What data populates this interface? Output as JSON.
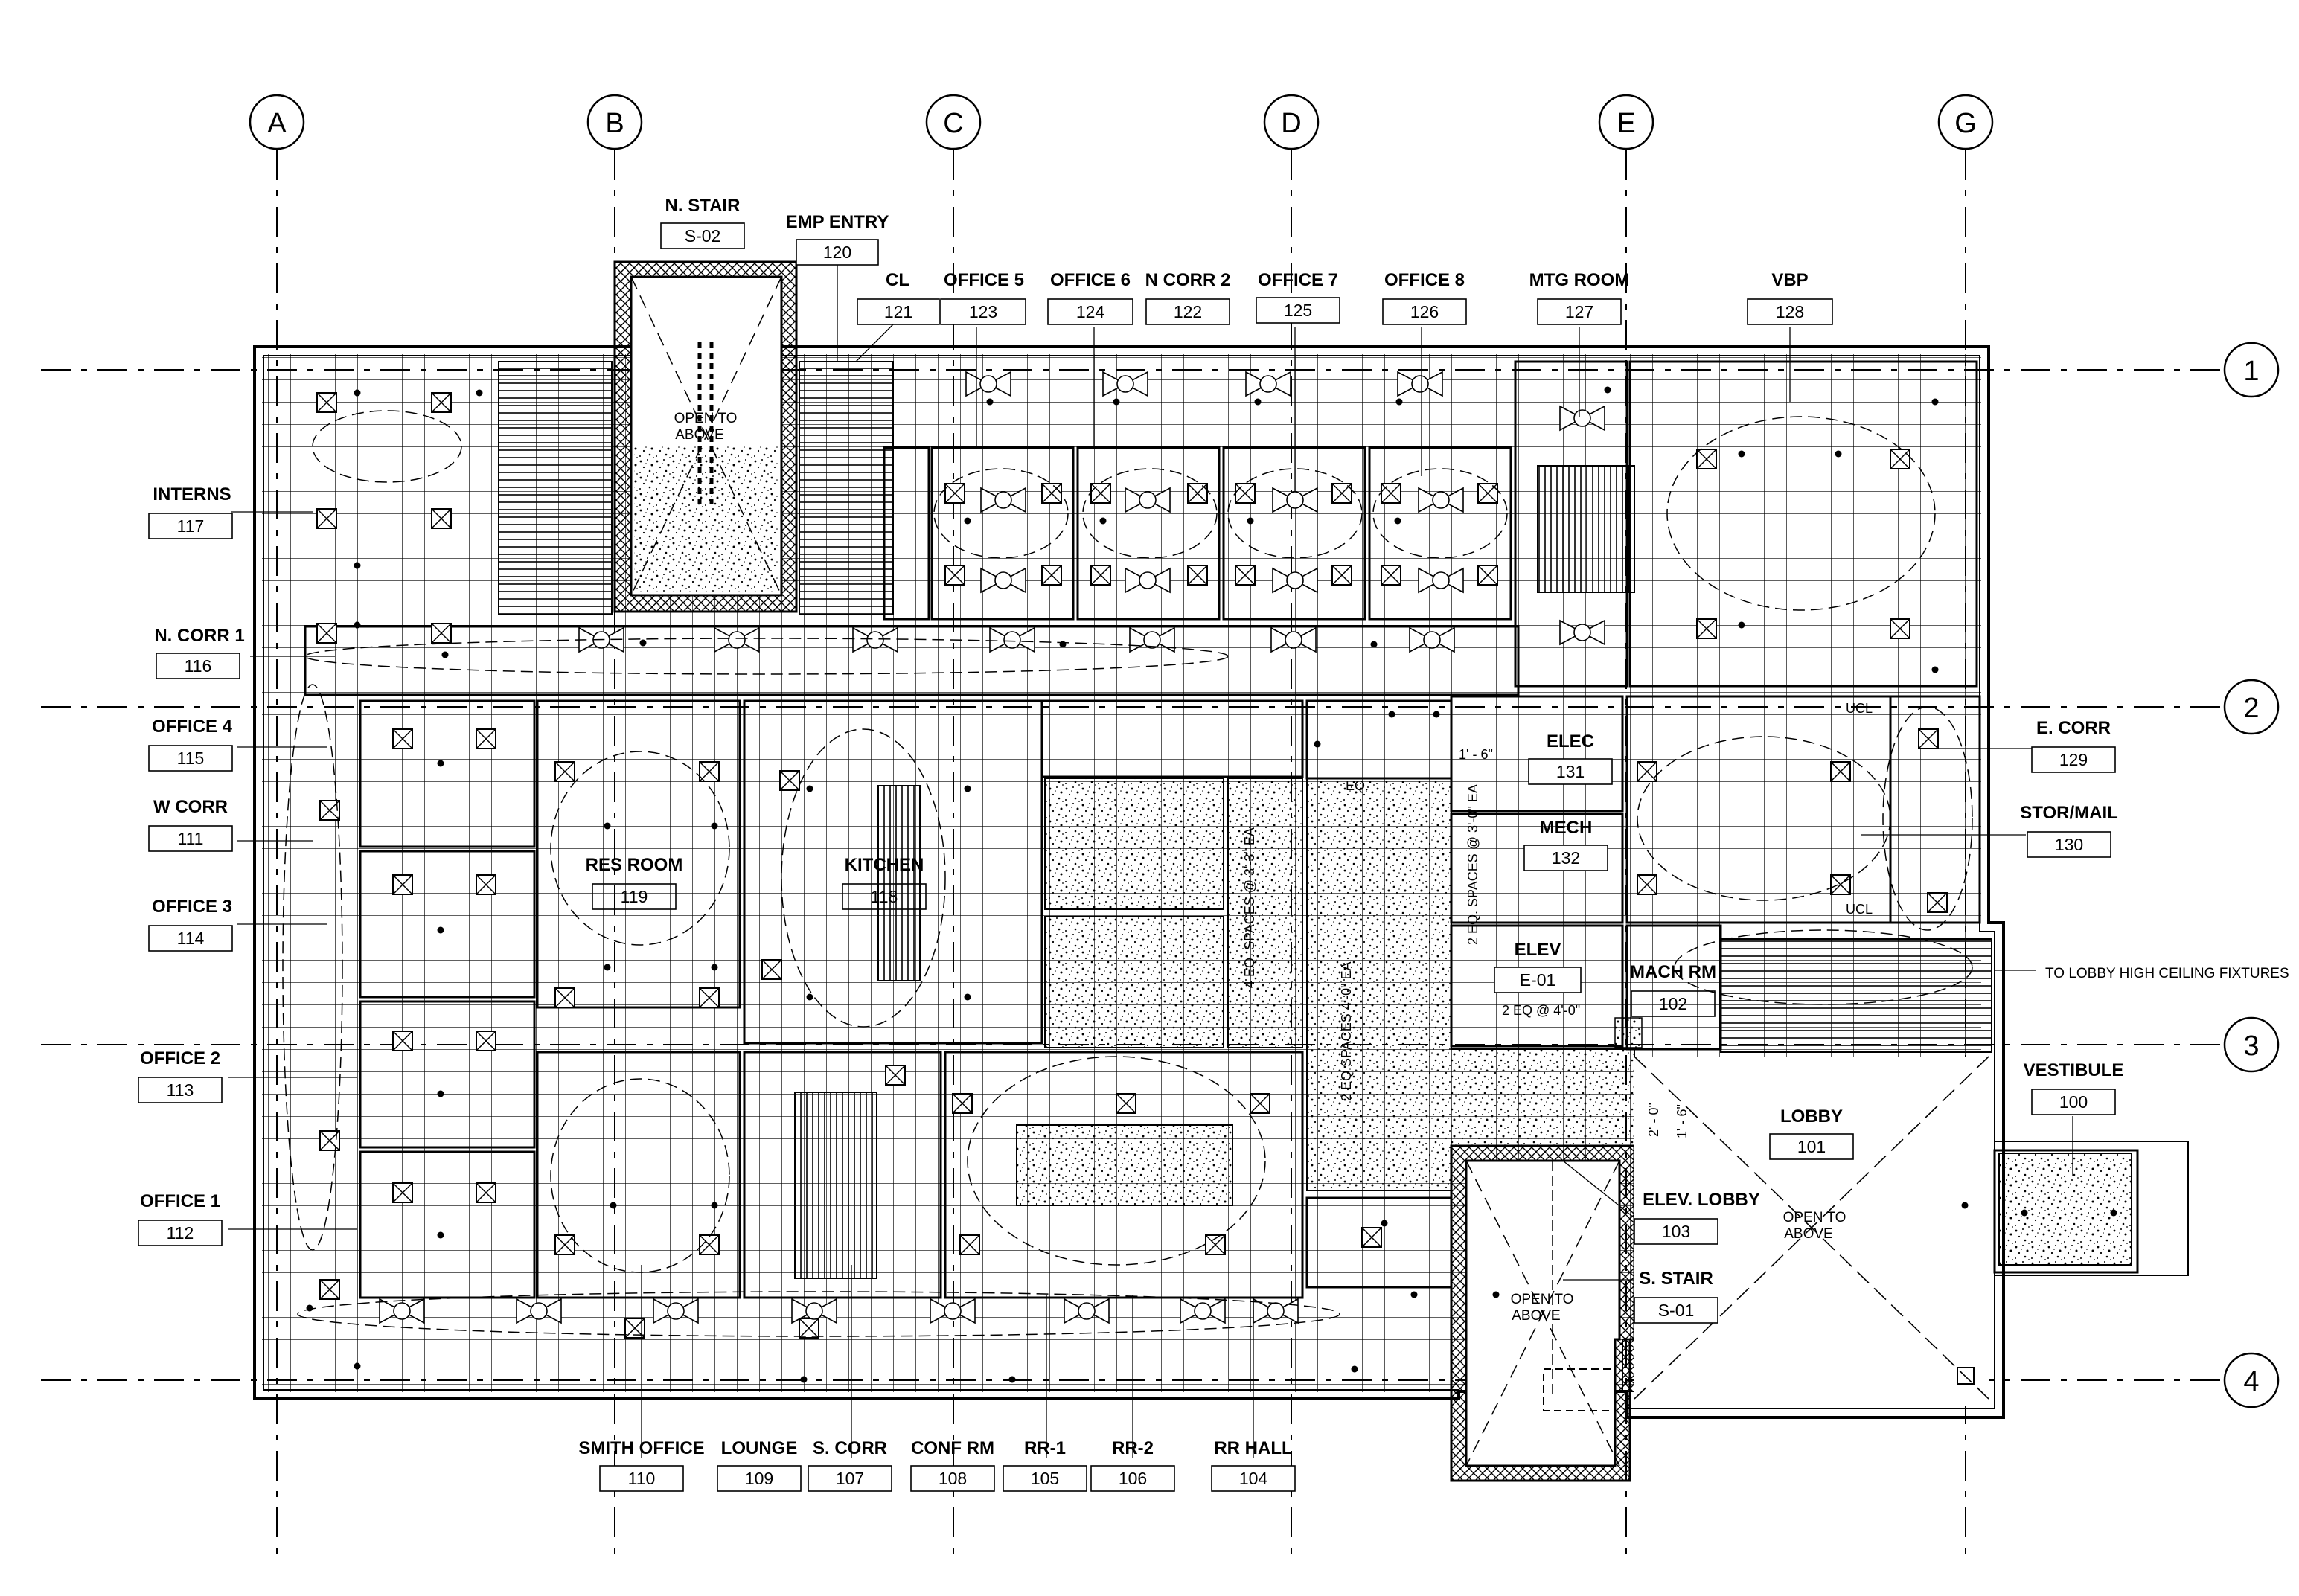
{
  "grid_columns": [
    "A",
    "B",
    "C",
    "D",
    "E",
    "G"
  ],
  "grid_rows": [
    "1",
    "2",
    "3",
    "4"
  ],
  "rooms": {
    "n_stair": {
      "name": "N. STAIR",
      "number": "S-02"
    },
    "emp_entry": {
      "name": "EMP ENTRY",
      "number": "120"
    },
    "cl": {
      "name": "CL",
      "number": "121"
    },
    "office5": {
      "name": "OFFICE 5",
      "number": "123"
    },
    "office6": {
      "name": "OFFICE 6",
      "number": "124"
    },
    "n_corr2": {
      "name": "N CORR 2",
      "number": "122"
    },
    "office7": {
      "name": "OFFICE 7",
      "number": "125"
    },
    "office8": {
      "name": "OFFICE 8",
      "number": "126"
    },
    "mtg_room": {
      "name": "MTG ROOM",
      "number": "127"
    },
    "vbp": {
      "name": "VBP",
      "number": "128"
    },
    "interns": {
      "name": "INTERNS",
      "number": "117"
    },
    "n_corr1": {
      "name": "N. CORR 1",
      "number": "116"
    },
    "office4": {
      "name": "OFFICE 4",
      "number": "115"
    },
    "w_corr": {
      "name": "W CORR",
      "number": "111"
    },
    "office3": {
      "name": "OFFICE 3",
      "number": "114"
    },
    "office2": {
      "name": "OFFICE 2",
      "number": "113"
    },
    "office1": {
      "name": "OFFICE 1",
      "number": "112"
    },
    "res_room": {
      "name": "RES ROOM",
      "number": "119"
    },
    "kitchen": {
      "name": "KITCHEN",
      "number": "118"
    },
    "elec": {
      "name": "ELEC",
      "number": "131"
    },
    "mech": {
      "name": "MECH",
      "number": "132"
    },
    "elev": {
      "name": "ELEV",
      "number": "E-01"
    },
    "mach_rm": {
      "name": "MACH RM",
      "number": "102"
    },
    "e_corr": {
      "name": "E. CORR",
      "number": "129"
    },
    "stor_mail": {
      "name": "STOR/MAIL",
      "number": "130"
    },
    "vestibule": {
      "name": "VESTIBULE",
      "number": "100"
    },
    "lobby": {
      "name": "LOBBY",
      "number": "101"
    },
    "elev_lobby": {
      "name": "ELEV. LOBBY",
      "number": "103"
    },
    "s_stair": {
      "name": "S. STAIR",
      "number": "S-01"
    },
    "smith_office": {
      "name": "SMITH OFFICE",
      "number": "110"
    },
    "lounge": {
      "name": "LOUNGE",
      "number": "109"
    },
    "s_corr": {
      "name": "S. CORR",
      "number": "107"
    },
    "conf_rm": {
      "name": "CONF RM",
      "number": "108"
    },
    "rr1": {
      "name": "RR-1",
      "number": "105"
    },
    "rr2": {
      "name": "RR-2",
      "number": "106"
    },
    "rr_hall": {
      "name": "RR HALL",
      "number": "104"
    }
  },
  "notes": {
    "open_above": [
      "OPEN TO",
      "ABOVE"
    ],
    "lobby_fixtures": "TO LOBBY HIGH CEILING FIXTURES",
    "ucl": "UCL"
  },
  "dimensions": {
    "d1": "1' - 6\"",
    "d2": "2 EQ. SPACES @ 3'-0\" EA",
    "d3": "2 EQ @ 4'-0\"",
    "d4": "4 EQ. SPACES @ 3'-3\" EA",
    "d5": "2 EQ SPACES 4'-0\" EA",
    "d6": "EQ.",
    "d7": "2' - 0\"",
    "d8": "1' - 6\""
  }
}
